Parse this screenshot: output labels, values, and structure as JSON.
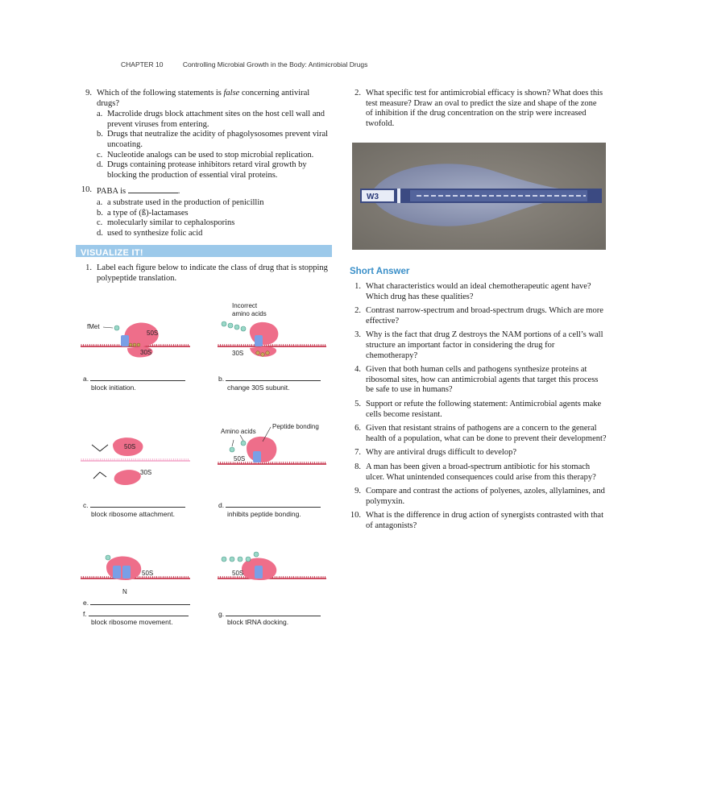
{
  "header": {
    "chapter": "CHAPTER 10",
    "title": "Controlling Microbial Growth in the Body: Antimicrobial Drugs"
  },
  "questions": [
    {
      "num": "9.",
      "text_a": "Which of the following statements is ",
      "text_em": "false",
      "text_b": " concerning antiviral drugs?",
      "options": [
        {
          "l": "a.",
          "t": "Macrolide drugs block attachment sites on the host cell wall and prevent viruses from entering."
        },
        {
          "l": "b.",
          "t": "Drugs that neutralize the acidity of phagolysosomes prevent viral uncoating."
        },
        {
          "l": "c.",
          "t": "Nucleotide analogs can be used to stop microbial replication."
        },
        {
          "l": "d.",
          "t": "Drugs containing protease inhibitors retard viral growth by blocking the production of essential viral proteins."
        }
      ]
    },
    {
      "num": "10.",
      "text_a": "PABA is ",
      "text_b": ".",
      "options": [
        {
          "l": "a.",
          "t": "a substrate used in the production of penicillin"
        },
        {
          "l": "b.",
          "t": "a type of (ß)-lactamases"
        },
        {
          "l": "c.",
          "t": "molecularly similar to cephalosporins"
        },
        {
          "l": "d.",
          "t": "used to synthesize folic acid"
        }
      ]
    }
  ],
  "visualize": {
    "banner": "VISUALIZE IT!",
    "q1_num": "1.",
    "q1_text": "Label each figure below to indicate the class of drug that is stopping polypeptide translation.",
    "q2_num": "2.",
    "q2_text": "What specific test for antimicrobial efficacy is shown? What does this test measure? Draw an oval to predict the size and shape of the zone of inhibition if the drug concentration on the strip were increased twofold.",
    "strip_label": "W3"
  },
  "figures": {
    "fmet": "fMet",
    "s50": "50S",
    "s30": "30S",
    "incorrect1": "Incorrect",
    "incorrect2": "amino acids",
    "amino_acids": "Amino acids",
    "peptide_bonding": "Peptide bonding",
    "n_marker": "N"
  },
  "answers": {
    "a_letter": "a.",
    "a_text": "block initiation.",
    "b_letter": "b.",
    "b_text": "change 30S subunit.",
    "c_letter": "c.",
    "c_text": "block ribosome attachment.",
    "d_letter": "d.",
    "d_text": "inhibits peptide bonding.",
    "e_letter": "e.",
    "f_letter": "f.",
    "f_text": "block ribosome movement.",
    "g_letter": "g.",
    "g_text": "block tRNA docking."
  },
  "short_answer": {
    "title": "Short Answer",
    "items": [
      {
        "n": "1.",
        "t": "What characteristics would an ideal chemotherapeutic agent have? Which drug has these qualities?"
      },
      {
        "n": "2.",
        "t": "Contrast narrow-spectrum and broad-spectrum drugs. Which are more effective?"
      },
      {
        "n": "3.",
        "t": "Why is the fact that drug Z destroys the NAM portions of a cell’s wall structure an important factor in considering the drug for chemotherapy?"
      },
      {
        "n": "4.",
        "t": "Given that both human cells and pathogens synthesize proteins at ribosomal sites, how can antimicrobial agents that target this process be safe to use in humans?"
      },
      {
        "n": "5.",
        "t": "Support or refute the following statement: Antimicrobial agents make cells become resistant."
      },
      {
        "n": "6.",
        "t": "Given that resistant strains of pathogens are a concern to the general health of a population, what can be done to prevent their development?"
      },
      {
        "n": "7.",
        "t": "Why are antiviral drugs difficult to develop?"
      },
      {
        "n": "8.",
        "t": "A man has been given a broad-spectrum antibiotic for his stomach ulcer. What unintended consequences could arise from this therapy?"
      },
      {
        "n": "9.",
        "t": "Compare and contrast the actions of polyenes, azoles, allylamines, and polymyxin."
      },
      {
        "n": "10.",
        "t": "What is the difference in drug action of synergists contrasted with that of antagonists?"
      }
    ]
  },
  "colors": {
    "ribosome": "#ee6e8a",
    "trna": "#7a9fe6",
    "mrna": "#c0203a",
    "banner": "#9cc9ea",
    "heading": "#3a8fc8"
  }
}
